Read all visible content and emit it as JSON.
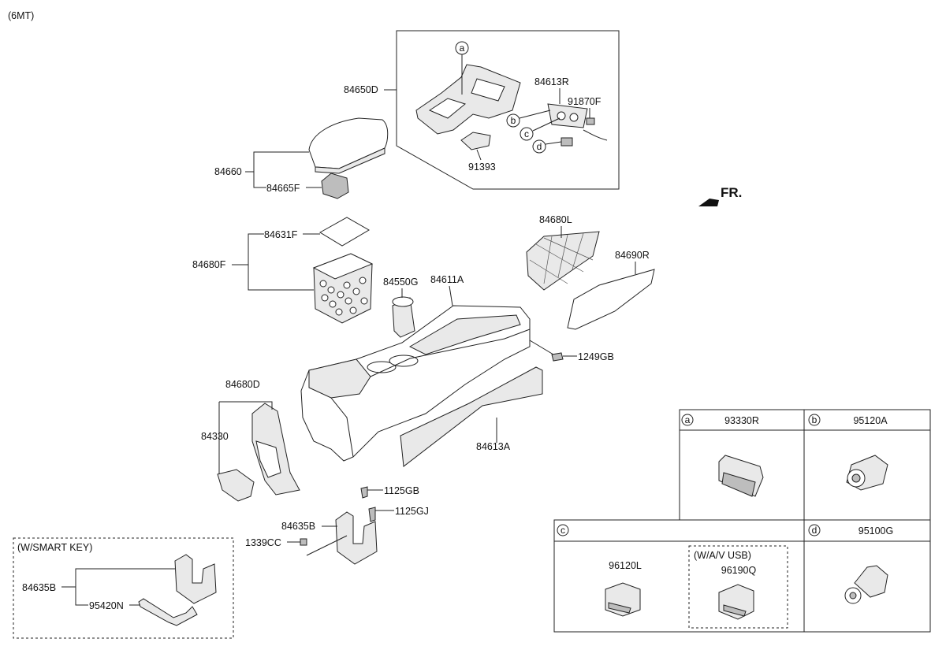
{
  "header": {
    "variant": "(6MT)"
  },
  "direction": {
    "label": "FR."
  },
  "callouts": {
    "p84650D": "84650D",
    "p84613R": "84613R",
    "p91870F": "91870F",
    "p91393": "91393",
    "p84660": "84660",
    "p84665F": "84665F",
    "p84631F": "84631F",
    "p84680F": "84680F",
    "p84550G": "84550G",
    "p84611A": "84611A",
    "p84680L": "84680L",
    "p84690R": "84690R",
    "p1249GB": "1249GB",
    "p84680D": "84680D",
    "p84330": "84330",
    "p84613A": "84613A",
    "p1125GB": "1125GB",
    "p1125GJ": "1125GJ",
    "p84635B": "84635B",
    "p1339CC": "1339CC"
  },
  "smart_key_box": {
    "title": "(W/SMART KEY)",
    "p84635B": "84635B",
    "p95420N": "95420N"
  },
  "markers": {
    "a": "a",
    "b": "b",
    "c": "c",
    "d": "d"
  },
  "legend": {
    "a": {
      "marker": "a",
      "part": "93330R"
    },
    "b": {
      "marker": "b",
      "part": "95120A"
    },
    "c": {
      "marker": "c",
      "part1": "96120L",
      "option_title": "(W/A/V  USB)",
      "part2": "96190Q"
    },
    "d": {
      "marker": "d",
      "part": "95100G"
    }
  }
}
